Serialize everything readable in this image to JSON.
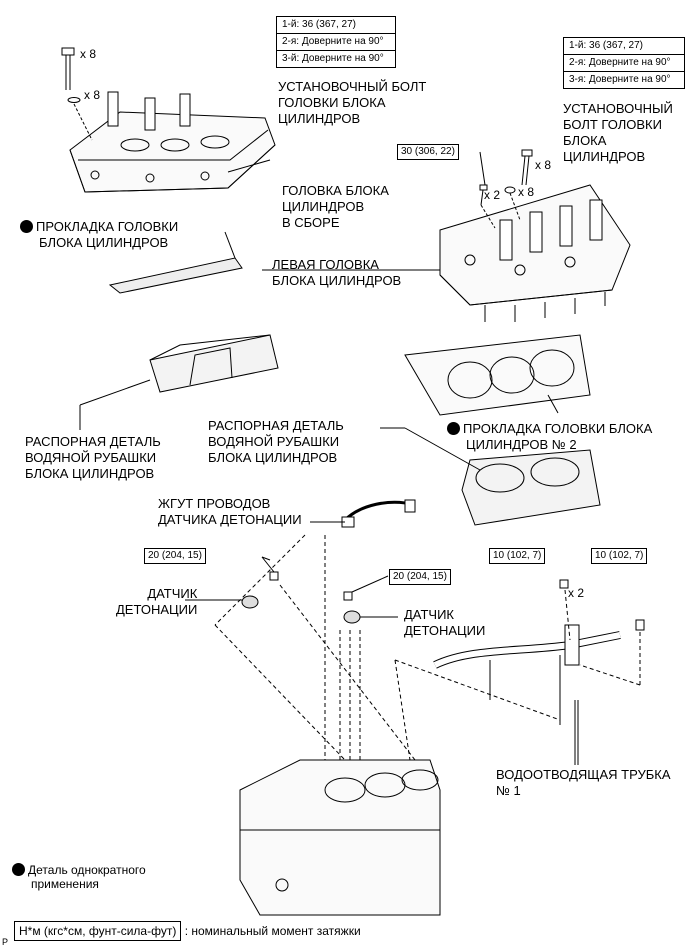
{
  "labels": {
    "set_bolt_1": [
      "УСТАНОВОЧНЫЙ БОЛТ",
      "ГОЛОВКИ БЛОКА",
      "ЦИЛИНДРОВ"
    ],
    "set_bolt_2": [
      "УСТАНОВОЧНЫЙ",
      "БОЛТ ГОЛОВКИ",
      "БЛОКА",
      "ЦИЛИНДРОВ"
    ],
    "head_assembly": [
      "ГОЛОВКА БЛОКА",
      "ЦИЛИНДРОВ",
      "В СБОРЕ"
    ],
    "head_gasket": [
      "ПРОКЛАДКА ГОЛОВКИ",
      "БЛОКА ЦИЛИНДРОВ"
    ],
    "left_head": [
      "ЛЕВАЯ ГОЛОВКА",
      "БЛОКА ЦИЛИНДРОВ"
    ],
    "spacer_left": [
      "РАСПОРНАЯ ДЕТАЛЬ",
      "ВОДЯНОЙ РУБАШКИ",
      "БЛОКА ЦИЛИНДРОВ"
    ],
    "spacer_right": [
      "РАСПОРНАЯ ДЕТАЛЬ",
      "ВОДЯНОЙ РУБАШКИ",
      "БЛОКА ЦИЛИНДРОВ"
    ],
    "head_gasket_2": [
      "ПРОКЛАДКА ГОЛОВКИ БЛОКА",
      "ЦИЛИНДРОВ № 2"
    ],
    "wire_harness": [
      "ЖГУТ ПРОВОДОВ",
      "ДАТЧИКА ДЕТОНАЦИИ"
    ],
    "knock_sensor_1": [
      "ДАТЧИК",
      "ДЕТОНАЦИИ"
    ],
    "knock_sensor_2": [
      "ДАТЧИК",
      "ДЕТОНАЦИИ"
    ],
    "water_pipe": [
      "ВОДООТВОДЯЩАЯ ТРУБКА",
      "№ 1"
    ]
  },
  "torque_sequences": {
    "left": [
      "1-й: 36 (367, 27)",
      "2-я: Доверните на 90°",
      "3-й: Доверните на 90°"
    ],
    "right": [
      "1-й: 36 (367, 27)",
      "2-я: Доверните на 90°",
      "3-я: Доверните на 90°"
    ]
  },
  "torque_values": {
    "head_small_bolt": "30 (306, 22)",
    "knock_sensor_left": "20 (204, 15)",
    "knock_sensor_center": "20 (204, 15)",
    "pipe_nut": "10 (102, 7)",
    "pipe_bolt": "10 (102, 7)"
  },
  "quantities": {
    "bolt_left": "x 8",
    "washer_left": "x 8",
    "bolt_right": "x 8",
    "washer_right": "x 8",
    "small_bolt": "x 2",
    "pipe_nut": "x 2"
  },
  "legend": {
    "single_use": [
      "Деталь однократного",
      "применения"
    ],
    "torque_unit": "Н*м (кгс*см, фунт-сила-фут)",
    "torque_desc": ": номинальный момент затяжки"
  },
  "corner_mark": "P"
}
